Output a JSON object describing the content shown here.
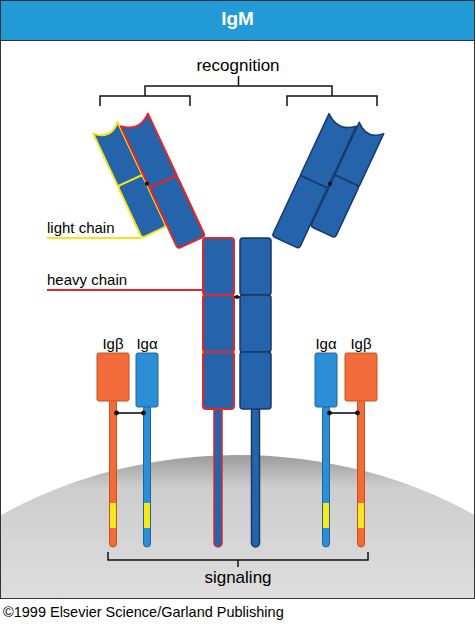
{
  "diagram": {
    "title": "IgM",
    "caption": "©1999 Elsevier Science/Garland Publishing",
    "nodes": [
      {
        "text": [
          "Igβ"
        ]
      },
      {
        "text": [
          "Igα"
        ]
      },
      {
        "text": [
          "Igα"
        ]
      },
      {
        "text": [
          "Igβ"
        ]
      }
    ],
    "edges": [
      {
        "from": 0,
        "to": 1,
        "arrow": "none"
      },
      {
        "from": 2,
        "to": 3,
        "arrow": "none"
      }
    ],
    "labels": [
      "recognition",
      "light chain",
      "heavy chain",
      "signaling"
    ]
  }
}
